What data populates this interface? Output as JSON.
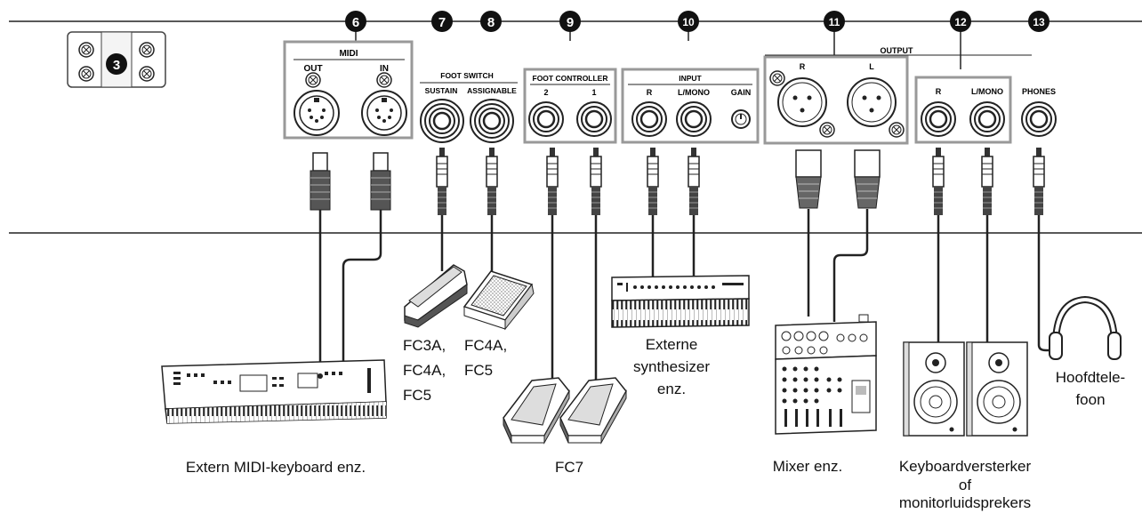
{
  "callouts": {
    "n3": "3",
    "n6": "6",
    "n7": "7",
    "n8": "8",
    "n9": "9",
    "n10": "10",
    "n11": "11",
    "n12": "12",
    "n13": "13"
  },
  "panel": {
    "midi": {
      "title": "MIDI",
      "out": "OUT",
      "in": "IN"
    },
    "foot_switch": {
      "title": "FOOT SWITCH",
      "sustain": "SUSTAIN",
      "assignable": "ASSIGNABLE"
    },
    "foot_controller": {
      "title": "FOOT CONTROLLER",
      "j2": "2",
      "j1": "1"
    },
    "input": {
      "title": "INPUT",
      "r": "R",
      "lmono": "L/MONO",
      "gain": "GAIN"
    },
    "output": {
      "title": "OUTPUT",
      "xr": "R",
      "xl": "L",
      "r": "R",
      "lmono": "L/MONO"
    },
    "phones": "PHONES"
  },
  "devices": {
    "keyboard": "Extern MIDI-keyboard enz.",
    "fc3a_1": "FC3A,",
    "fc3a_2": "FC4A,",
    "fc3a_3": "FC5",
    "fc4a_1": "FC4A,",
    "fc4a_2": "FC5",
    "fc7": "FC7",
    "synth_1": "Externe",
    "synth_2": "synthesizer",
    "synth_3": "enz.",
    "mixer": "Mixer enz.",
    "amp_1": "Keyboardversterker",
    "amp_2": "of",
    "amp_3": "monitorluidsprekers",
    "phones_1": "Hoofdtele-",
    "phones_2": "foon"
  }
}
